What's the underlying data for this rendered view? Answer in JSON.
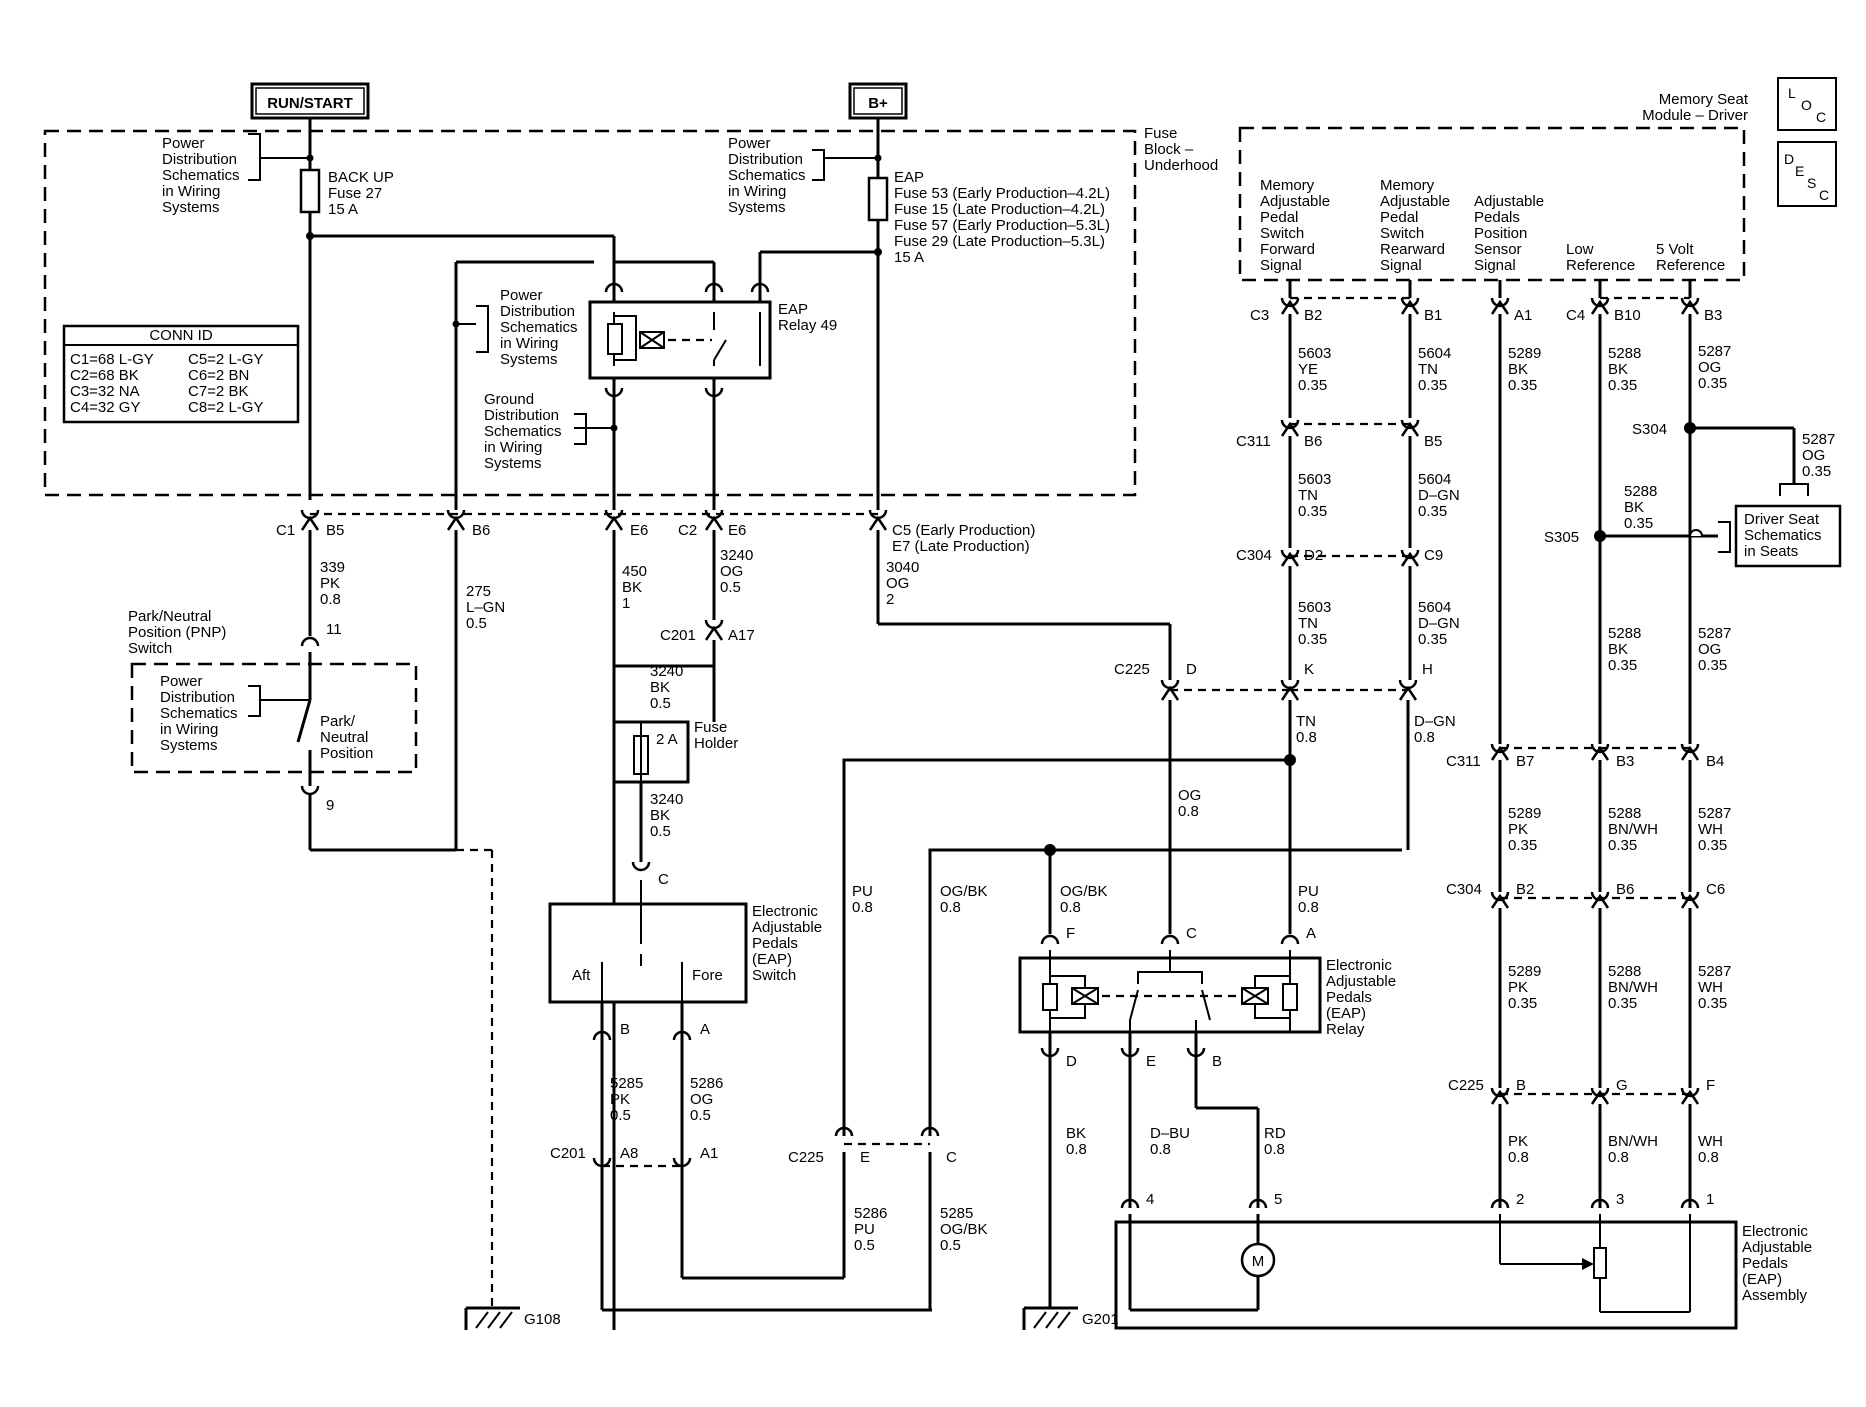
{
  "headers": {
    "run_start": "RUN/START",
    "b_plus": "B+"
  },
  "loc_icon": "L O C",
  "desc_icon": "D E S C",
  "fuse_block": [
    "Fuse",
    "Block –",
    "Underhood"
  ],
  "memory_module": [
    "Memory Seat",
    "Module – Driver"
  ],
  "pds1": [
    "Power",
    "Distribution",
    "Schematics",
    "in Wiring",
    "Systems"
  ],
  "pds2": [
    "Power",
    "Distribution",
    "Schematics",
    "in Wiring",
    "Systems"
  ],
  "pds3": [
    "Power",
    "Distribution",
    "Schematics",
    "in Wiring",
    "Systems"
  ],
  "pds4": [
    "Power",
    "Distribution",
    "Schematics",
    "in Wiring",
    "Systems"
  ],
  "gds": [
    "Ground",
    "Distribution",
    "Schematics",
    "in Wiring",
    "Systems"
  ],
  "backup_fuse": [
    "BACK UP",
    "Fuse 27",
    "15 A"
  ],
  "eap_fuse": [
    "EAP",
    "Fuse 53 (Early Production–4.2L)",
    "Fuse 15 (Late Production–4.2L)",
    "Fuse 57 (Early Production–5.3L)",
    "Fuse 29 (Late Production–5.3L)",
    "15 A"
  ],
  "eap_relay49": [
    "EAP",
    "Relay 49"
  ],
  "conn_id": {
    "title": "CONN ID",
    "left": [
      "C1=68 L-GY",
      "C2=68 BK",
      "C3=32 NA",
      "C4=32 GY"
    ],
    "right": [
      "C5=2 L-GY",
      "C6=2 BN",
      "C7=2 BK",
      "C8=2 L-GY"
    ]
  },
  "pins": {
    "c1": "C1",
    "b5": "B5",
    "b6": "B6",
    "e6a": "E6",
    "c2": "C2",
    "e6b": "E6",
    "c5e7": [
      "C5 (Early Production)",
      "E7 (Late Production)"
    ],
    "p11": "11",
    "p9": "9",
    "c201a": "C201",
    "a17": "A17",
    "pc": "C",
    "pb": "B",
    "pa": "A",
    "c201b": "C201",
    "a8": "A8",
    "a1": "A1",
    "c225a": "C225",
    "pe": "E",
    "pc2": "C",
    "c225b": "C225",
    "pd": "D",
    "pk": "K",
    "ph": "H",
    "rf": "F",
    "rc": "C",
    "ra": "A",
    "rd": "D",
    "re": "E",
    "rb": "B",
    "c3": "C3",
    "b2": "B2",
    "b1": "B1",
    "a1m": "A1",
    "c4": "C4",
    "b10": "B10",
    "b3": "B3",
    "c311a": "C311",
    "b6m": "B6",
    "b5m": "B5",
    "c304a": "C304",
    "d2": "D2",
    "c9": "C9",
    "s304": "S304",
    "s305": "S305",
    "c311b": "C311",
    "b7": "B7",
    "b3b": "B3",
    "b4": "B4",
    "c304b": "C304",
    "b2b": "B2",
    "b6b": "B6",
    "c6": "C6",
    "c225c": "C225",
    "pbb": "B",
    "pg": "G",
    "pf": "F",
    "p2": "2",
    "p3": "3",
    "p1": "1",
    "p4": "4",
    "p5": "5"
  },
  "module_signals": {
    "fwd": [
      "Memory",
      "Adjustable",
      "Pedal",
      "Switch",
      "Forward",
      "Signal"
    ],
    "rwd": [
      "Memory",
      "Adjustable",
      "Pedal",
      "Switch",
      "Rearward",
      "Signal"
    ],
    "pos": [
      "Adjustable",
      "Pedals",
      "Position",
      "Sensor",
      "Signal"
    ],
    "low": [
      "Low",
      "Reference"
    ],
    "ref5": [
      "5 Volt",
      "Reference"
    ]
  },
  "wires": {
    "w339": [
      "339",
      "PK",
      "0.8"
    ],
    "w275": [
      "275",
      "L–GN",
      "0.5"
    ],
    "w450": [
      "450",
      "BK",
      "1"
    ],
    "w3240a": [
      "3240",
      "OG",
      "0.5"
    ],
    "w3040": [
      "3040",
      "OG",
      "2"
    ],
    "w3240b": [
      "3240",
      "BK",
      "0.5"
    ],
    "w3240c": [
      "3240",
      "BK",
      "0.5"
    ],
    "w5285a": [
      "5285",
      "PK",
      "0.5"
    ],
    "w5286a": [
      "5286",
      "OG",
      "0.5"
    ],
    "wpu1": [
      "PU",
      "0.8"
    ],
    "wogbk1": [
      "OG/BK",
      "0.8"
    ],
    "w5286b": [
      "5286",
      "PU",
      "0.5"
    ],
    "w5285b": [
      "5285",
      "OG/BK",
      "0.5"
    ],
    "wogbk2": [
      "OG/BK",
      "0.8"
    ],
    "wog": [
      "OG",
      "0.8"
    ],
    "wpu2": [
      "PU",
      "0.8"
    ],
    "wtn": [
      "TN",
      "0.8"
    ],
    "wdgn": [
      "D–GN",
      "0.8"
    ],
    "wbk": [
      "BK",
      "0.8"
    ],
    "wdbu": [
      "D–BU",
      "0.8"
    ],
    "wrd": [
      "RD",
      "0.8"
    ],
    "w5603a": [
      "5603",
      "YE",
      "0.35"
    ],
    "w5604a": [
      "5604",
      "TN",
      "0.35"
    ],
    "w5289a": [
      "5289",
      "BK",
      "0.35"
    ],
    "w5288a": [
      "5288",
      "BK",
      "0.35"
    ],
    "w5287a": [
      "5287",
      "OG",
      "0.35"
    ],
    "w5603b": [
      "5603",
      "TN",
      "0.35"
    ],
    "w5604b": [
      "5604",
      "D–GN",
      "0.35"
    ],
    "w5603c": [
      "5603",
      "TN",
      "0.35"
    ],
    "w5604c": [
      "5604",
      "D–GN",
      "0.35"
    ],
    "w5287b": [
      "5287",
      "OG",
      "0.35"
    ],
    "w5288b": [
      "5288",
      "BK",
      "0.35"
    ],
    "w5288c": [
      "5288",
      "BK",
      "0.35"
    ],
    "w5287c": [
      "5287",
      "OG",
      "0.35"
    ],
    "w5289b": [
      "5289",
      "PK",
      "0.35"
    ],
    "w5288d": [
      "5288",
      "BN/WH",
      "0.35"
    ],
    "w5287d": [
      "5287",
      "WH",
      "0.35"
    ],
    "w5289c": [
      "5289",
      "PK",
      "0.35"
    ],
    "w5288e": [
      "5288",
      "BN/WH",
      "0.35"
    ],
    "w5287e": [
      "5287",
      "WH",
      "0.35"
    ],
    "wpk": [
      "PK",
      "0.8"
    ],
    "wbnwh": [
      "BN/WH",
      "0.8"
    ],
    "wwh": [
      "WH",
      "0.8"
    ]
  },
  "pnp_switch": [
    "Park/Neutral",
    "Position (PNP)",
    "Switch"
  ],
  "pnp_contact": [
    "Park/",
    "Neutral",
    "Position"
  ],
  "fuse_holder": [
    "Fuse",
    "Holder"
  ],
  "fuse_2a": "2 A",
  "eap_switch": [
    "Electronic",
    "Adjustable",
    "Pedals",
    "(EAP)",
    "Switch"
  ],
  "aft": "Aft",
  "fore": "Fore",
  "eap_relay": [
    "Electronic",
    "Adjustable",
    "Pedals",
    "(EAP)",
    "Relay"
  ],
  "driver_seat": [
    "Driver Seat",
    "Schematics",
    "in Seats"
  ],
  "eap_assembly": [
    "Electronic",
    "Adjustable",
    "Pedals",
    "(EAP)",
    "Assembly"
  ],
  "motor": "M",
  "g108": "G108",
  "g201": "G201"
}
